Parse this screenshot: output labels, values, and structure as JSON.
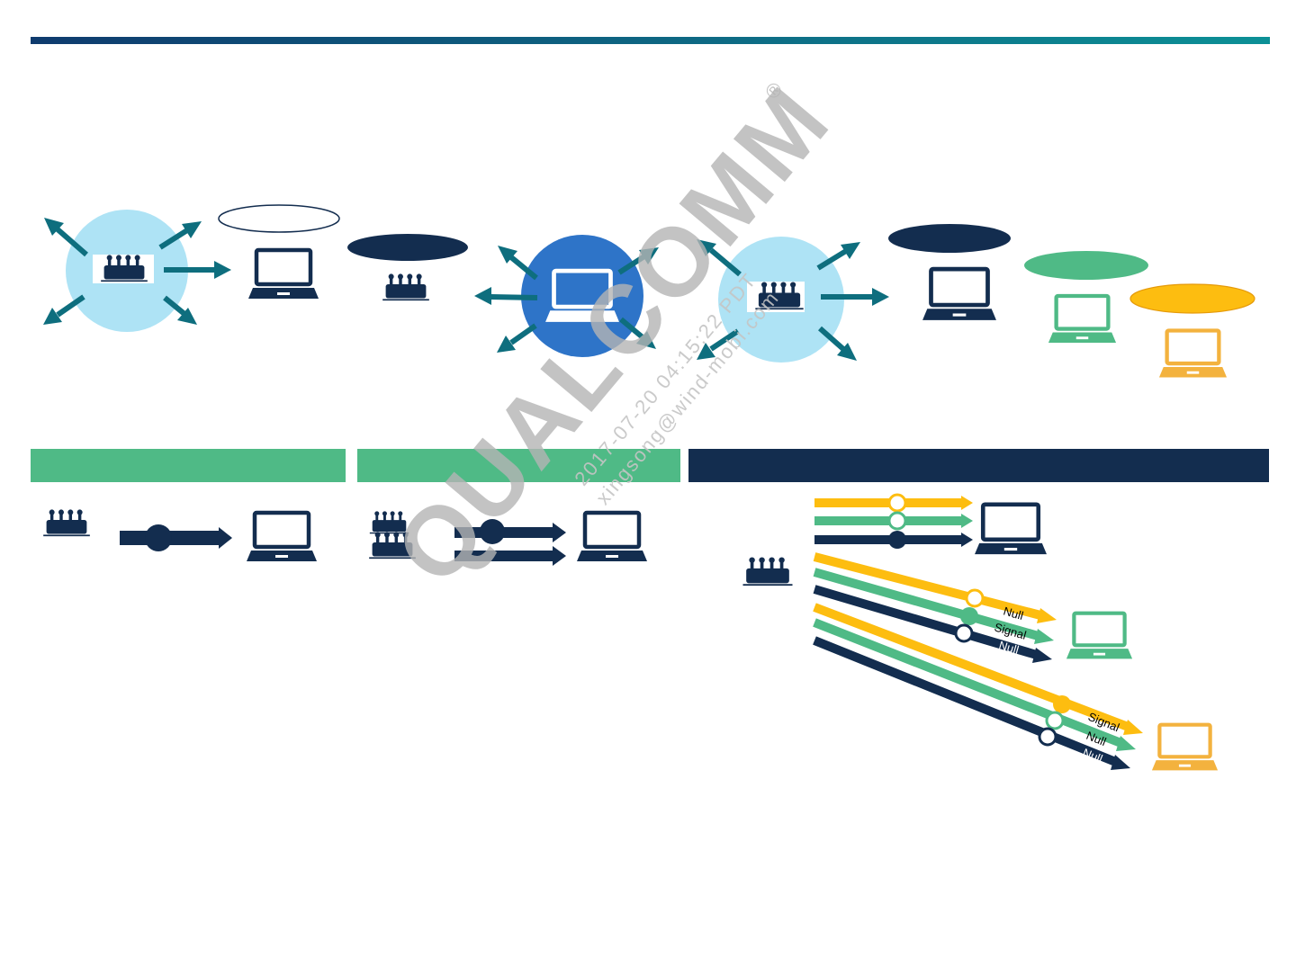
{
  "colors": {
    "navy": "#132d4f",
    "dark_navy": "#0f2b52",
    "teal": "#0e6e7e",
    "light_blue": "#aee3f5",
    "mid_blue": "#2e74c8",
    "green": "#4fba86",
    "yellow": "#fdbd10",
    "orange_outline": "#f3b23e",
    "white": "#ffffff"
  },
  "watermark": {
    "logo_text": "QUALCOMM",
    "registered_mark": "®",
    "line1": "2017-07-20 04:15:22 PDT",
    "line2": "xingsong@wind-mobi.com"
  },
  "beam_labels": {
    "client2": [
      "Null",
      "Signal",
      "Null"
    ],
    "client3": [
      "Signal",
      "Null",
      "Null"
    ]
  },
  "icons": {
    "router": "router-icon",
    "laptop": "laptop-icon",
    "arrow": "arrow-icon",
    "marker": "circle-marker-icon"
  }
}
